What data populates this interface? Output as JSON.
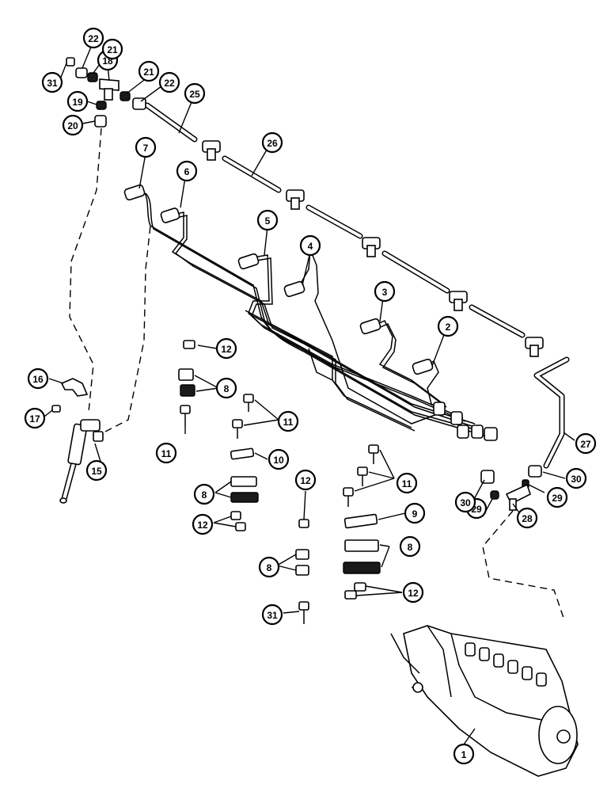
{
  "diagram": {
    "callouts": [
      {
        "id": "1",
        "label": "1"
      },
      {
        "id": "2",
        "label": "2"
      },
      {
        "id": "3",
        "label": "3"
      },
      {
        "id": "4",
        "label": "4"
      },
      {
        "id": "5",
        "label": "5"
      },
      {
        "id": "6",
        "label": "6"
      },
      {
        "id": "7",
        "label": "7"
      },
      {
        "id": "8a",
        "label": "8"
      },
      {
        "id": "8b",
        "label": "8"
      },
      {
        "id": "8c",
        "label": "8"
      },
      {
        "id": "8d",
        "label": "8"
      },
      {
        "id": "9",
        "label": "9"
      },
      {
        "id": "10",
        "label": "10"
      },
      {
        "id": "11a",
        "label": "11"
      },
      {
        "id": "11b",
        "label": "11"
      },
      {
        "id": "11c",
        "label": "11"
      },
      {
        "id": "12a",
        "label": "12"
      },
      {
        "id": "12b",
        "label": "12"
      },
      {
        "id": "12c",
        "label": "12"
      },
      {
        "id": "12d",
        "label": "12"
      },
      {
        "id": "15",
        "label": "15"
      },
      {
        "id": "16",
        "label": "16"
      },
      {
        "id": "17",
        "label": "17"
      },
      {
        "id": "18",
        "label": "18"
      },
      {
        "id": "19",
        "label": "19"
      },
      {
        "id": "20",
        "label": "20"
      },
      {
        "id": "21a",
        "label": "21"
      },
      {
        "id": "21b",
        "label": "21"
      },
      {
        "id": "22a",
        "label": "22"
      },
      {
        "id": "22b",
        "label": "22"
      },
      {
        "id": "25",
        "label": "25"
      },
      {
        "id": "26",
        "label": "26"
      },
      {
        "id": "27",
        "label": "27"
      },
      {
        "id": "28",
        "label": "28"
      },
      {
        "id": "29a",
        "label": "29"
      },
      {
        "id": "29b",
        "label": "29"
      },
      {
        "id": "30a",
        "label": "30"
      },
      {
        "id": "30b",
        "label": "30"
      },
      {
        "id": "31a",
        "label": "31"
      },
      {
        "id": "31b",
        "label": "31"
      }
    ]
  }
}
